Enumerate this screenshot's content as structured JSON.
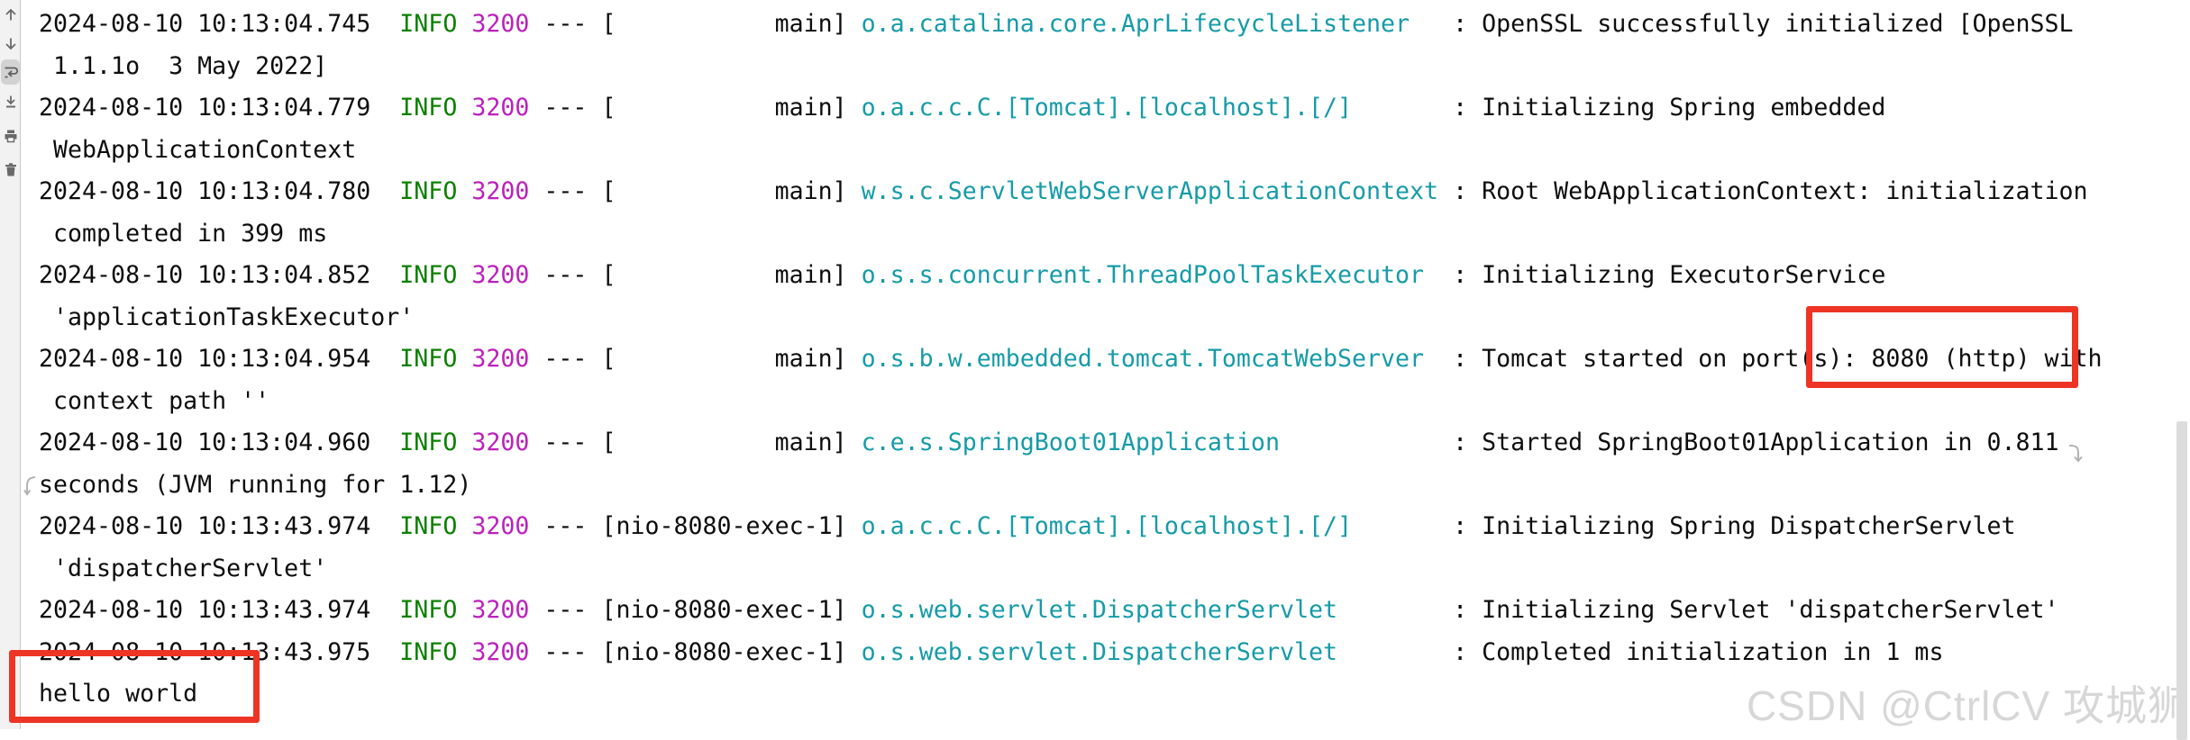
{
  "console": {
    "gutter_toolbar": [
      {
        "name": "up-the-stack-trace",
        "icon": "arrow-up-icon",
        "selected": false
      },
      {
        "name": "down-the-stack-trace",
        "icon": "arrow-down-icon",
        "selected": false
      },
      {
        "name": "use-soft-wraps",
        "icon": "soft-wrap-icon",
        "selected": true
      },
      {
        "name": "scroll-to-end",
        "icon": "scroll-to-end-icon",
        "selected": false
      },
      {
        "name": "print",
        "icon": "printer-icon",
        "selected": false
      },
      {
        "name": "clear-all",
        "icon": "trash-icon",
        "selected": false
      }
    ],
    "colors": {
      "default_text": "#0d0d0d",
      "info_level": "#0b8000",
      "pid": "#bb21bb",
      "logger": "#169ba8",
      "annotation_red": "#ee3424",
      "gutter_bg": "#f2f2f2",
      "scrollbar": "#dcdcdc"
    },
    "lines": [
      [
        [
          "def",
          "2024-08-10 10:13:04.745  "
        ],
        [
          "info",
          "INFO"
        ],
        [
          "def",
          " "
        ],
        [
          "pid",
          "3200"
        ],
        [
          "def",
          " --- [           main] "
        ],
        [
          "log",
          "o.a.catalina.core.AprLifecycleListener"
        ],
        [
          "def",
          "   : OpenSSL successfully initialized [OpenSSL"
        ]
      ],
      [
        [
          "def",
          " 1.1.1o  3 May 2022]"
        ]
      ],
      [
        [
          "def",
          "2024-08-10 10:13:04.779  "
        ],
        [
          "info",
          "INFO"
        ],
        [
          "def",
          " "
        ],
        [
          "pid",
          "3200"
        ],
        [
          "def",
          " --- [           main] "
        ],
        [
          "log",
          "o.a.c.c.C.[Tomcat].[localhost].[/]"
        ],
        [
          "def",
          "       : Initializing Spring embedded"
        ]
      ],
      [
        [
          "def",
          " WebApplicationContext"
        ]
      ],
      [
        [
          "def",
          "2024-08-10 10:13:04.780  "
        ],
        [
          "info",
          "INFO"
        ],
        [
          "def",
          " "
        ],
        [
          "pid",
          "3200"
        ],
        [
          "def",
          " --- [           main] "
        ],
        [
          "log",
          "w.s.c.ServletWebServerApplicationContext"
        ],
        [
          "def",
          " : Root WebApplicationContext: initialization"
        ]
      ],
      [
        [
          "def",
          " completed in 399 ms"
        ]
      ],
      [
        [
          "def",
          "2024-08-10 10:13:04.852  "
        ],
        [
          "info",
          "INFO"
        ],
        [
          "def",
          " "
        ],
        [
          "pid",
          "3200"
        ],
        [
          "def",
          " --- [           main] "
        ],
        [
          "log",
          "o.s.s.concurrent.ThreadPoolTaskExecutor"
        ],
        [
          "def",
          "  : Initializing ExecutorService"
        ]
      ],
      [
        [
          "def",
          " 'applicationTaskExecutor'"
        ]
      ],
      [
        [
          "def",
          "2024-08-10 10:13:04.954  "
        ],
        [
          "info",
          "INFO"
        ],
        [
          "def",
          " "
        ],
        [
          "pid",
          "3200"
        ],
        [
          "def",
          " --- [           main] "
        ],
        [
          "log",
          "o.s.b.w.embedded.tomcat.TomcatWebServer"
        ],
        [
          "def",
          "  : Tomcat started on port(s): 8080 (http) with"
        ]
      ],
      [
        [
          "def",
          " context path ''"
        ]
      ],
      [
        [
          "def",
          "2024-08-10 10:13:04.960  "
        ],
        [
          "info",
          "INFO"
        ],
        [
          "def",
          " "
        ],
        [
          "pid",
          "3200"
        ],
        [
          "def",
          " --- [           main] "
        ],
        [
          "log",
          "c.e.s.SpringBoot01Application"
        ],
        [
          "def",
          "            : Started SpringBoot01Application in 0.811"
        ]
      ],
      [
        [
          "def",
          "seconds (JVM running for 1.12)"
        ]
      ],
      [
        [
          "def",
          "2024-08-10 10:13:43.974  "
        ],
        [
          "info",
          "INFO"
        ],
        [
          "def",
          " "
        ],
        [
          "pid",
          "3200"
        ],
        [
          "def",
          " --- [nio-8080-exec-1] "
        ],
        [
          "log",
          "o.a.c.c.C.[Tomcat].[localhost].[/]"
        ],
        [
          "def",
          "       : Initializing Spring DispatcherServlet"
        ]
      ],
      [
        [
          "def",
          " 'dispatcherServlet'"
        ]
      ],
      [
        [
          "def",
          "2024-08-10 10:13:43.974  "
        ],
        [
          "info",
          "INFO"
        ],
        [
          "def",
          " "
        ],
        [
          "pid",
          "3200"
        ],
        [
          "def",
          " --- [nio-8080-exec-1] "
        ],
        [
          "log",
          "o.s.web.servlet.DispatcherServlet"
        ],
        [
          "def",
          "        : Initializing Servlet 'dispatcherServlet'"
        ]
      ],
      [
        [
          "def",
          "2024-08-10 10:13:43.975  "
        ],
        [
          "info",
          "INFO"
        ],
        [
          "def",
          " "
        ],
        [
          "pid",
          "3200"
        ],
        [
          "def",
          " --- [nio-8080-exec-1] "
        ],
        [
          "log",
          "o.s.web.servlet.DispatcherServlet"
        ],
        [
          "def",
          "        : Completed initialization in 1 ms"
        ]
      ],
      [
        [
          "def",
          "hello world"
        ]
      ]
    ]
  },
  "annotations": {
    "boxes": [
      {
        "name": "annotation-box-port",
        "highlights": "8080 (http)"
      },
      {
        "name": "annotation-box-hello-world",
        "highlights": "hello world"
      }
    ]
  },
  "watermark": {
    "text": "CSDN @CtrlCV 攻城狮"
  }
}
